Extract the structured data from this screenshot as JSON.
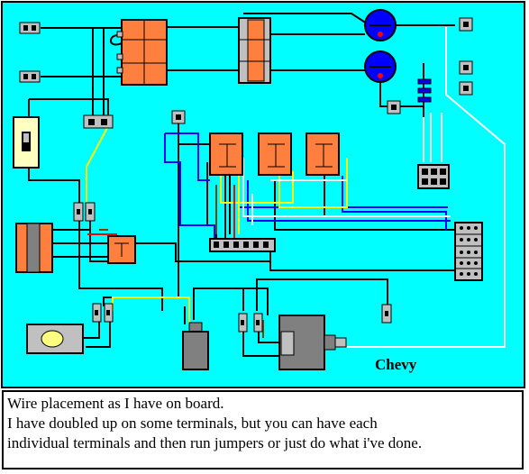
{
  "diagram": {
    "brand_label": "Chevy",
    "colors": {
      "board_background": "#00ffff",
      "relay": "#ff7f3f",
      "relay_outline": "#000000",
      "terminal_block": "#c0c0c0",
      "switch_housing": "#ffffc0",
      "horn": "#0000ff",
      "motor": "#808080",
      "wire_black": "#000000",
      "wire_blue": "#0000ff",
      "wire_yellow": "#ffff00",
      "wire_white": "#ffffff",
      "wire_red": "#ff0000",
      "wire_brown": "#804000"
    }
  },
  "caption": {
    "line1": "Wire placement as I have on board.",
    "line2": "I have doubled up on some terminals, but you can have each",
    "line3": "individual terminals and then run jumpers or just do what i've done."
  }
}
